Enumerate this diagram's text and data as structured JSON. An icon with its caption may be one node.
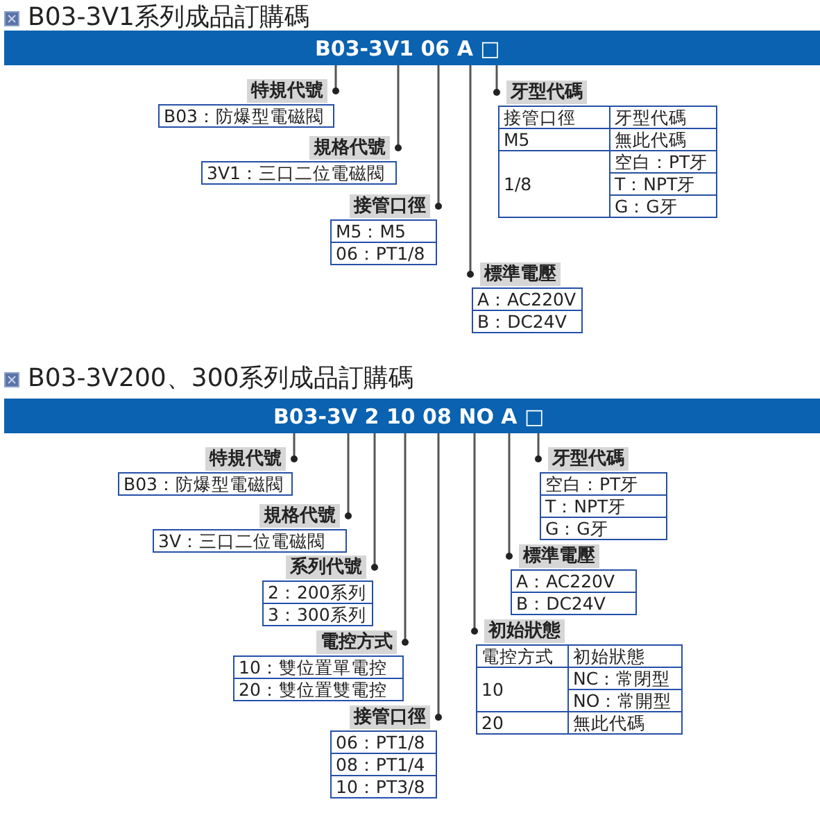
{
  "diagram": {
    "nodes": [
      {
        "text": [
          "B03-3V1 06 A □"
        ]
      },
      {
        "text": [
          "特規代號",
          "B03：防爆型電磁閥"
        ]
      },
      {
        "text": [
          "規格代號",
          "3V1：三口二位電磁閥"
        ]
      },
      {
        "text": [
          "接管口徑",
          "M5：M5",
          "06：PT1/8"
        ]
      },
      {
        "text": [
          "標準電壓",
          "A：AC220V",
          "B：DC24V"
        ]
      },
      {
        "text": [
          "牙型代碼",
          "接管口徑",
          "牙型代碼",
          "M5",
          "無此代碼",
          "1/8",
          "空白：PT牙",
          "T：NPT牙",
          "G：G牙"
        ]
      },
      {
        "text": [
          "B03-3V 2 10 08 NO A □"
        ]
      },
      {
        "text": [
          "特規代號",
          "B03：防爆型電磁閥"
        ]
      },
      {
        "text": [
          "規格代號",
          "3V：三口二位電磁閥"
        ]
      },
      {
        "text": [
          "系列代號",
          "2：200系列",
          "3：300系列"
        ]
      },
      {
        "text": [
          "電控方式",
          "10：雙位置單電控",
          "20：雙位置雙電控"
        ]
      },
      {
        "text": [
          "接管口徑",
          "06：PT1/8",
          "08：PT1/4",
          "10：PT3/8"
        ]
      },
      {
        "text": [
          "牙型代碼",
          "空白：PT牙",
          "T：NPT牙",
          "G：G牙"
        ]
      },
      {
        "text": [
          "標準電壓",
          "A：AC220V",
          "B：DC24V"
        ]
      },
      {
        "text": [
          "初始狀態",
          "電控方式",
          "初始狀態",
          "10",
          "NC：常閉型",
          "NO：常開型",
          "20",
          "無此代碼"
        ]
      }
    ],
    "edges": [
      {
        "from": 0,
        "to": 1,
        "arrow": "other"
      },
      {
        "from": 0,
        "to": 2,
        "arrow": "other"
      },
      {
        "from": 0,
        "to": 3,
        "arrow": "other"
      },
      {
        "from": 0,
        "to": 4,
        "arrow": "other"
      },
      {
        "from": 0,
        "to": 5,
        "arrow": "other"
      },
      {
        "from": 6,
        "to": 7,
        "arrow": "other"
      },
      {
        "from": 6,
        "to": 8,
        "arrow": "other"
      },
      {
        "from": 6,
        "to": 9,
        "arrow": "other"
      },
      {
        "from": 6,
        "to": 10,
        "arrow": "other"
      },
      {
        "from": 6,
        "to": 11,
        "arrow": "other"
      },
      {
        "from": 6,
        "to": 12,
        "arrow": "other"
      },
      {
        "from": 6,
        "to": 13,
        "arrow": "other"
      },
      {
        "from": 6,
        "to": 14,
        "arrow": "other"
      }
    ],
    "labels": [
      "B03-3V1系列成品訂購碼",
      "B03-3V200、300系列成品訂購碼"
    ]
  }
}
